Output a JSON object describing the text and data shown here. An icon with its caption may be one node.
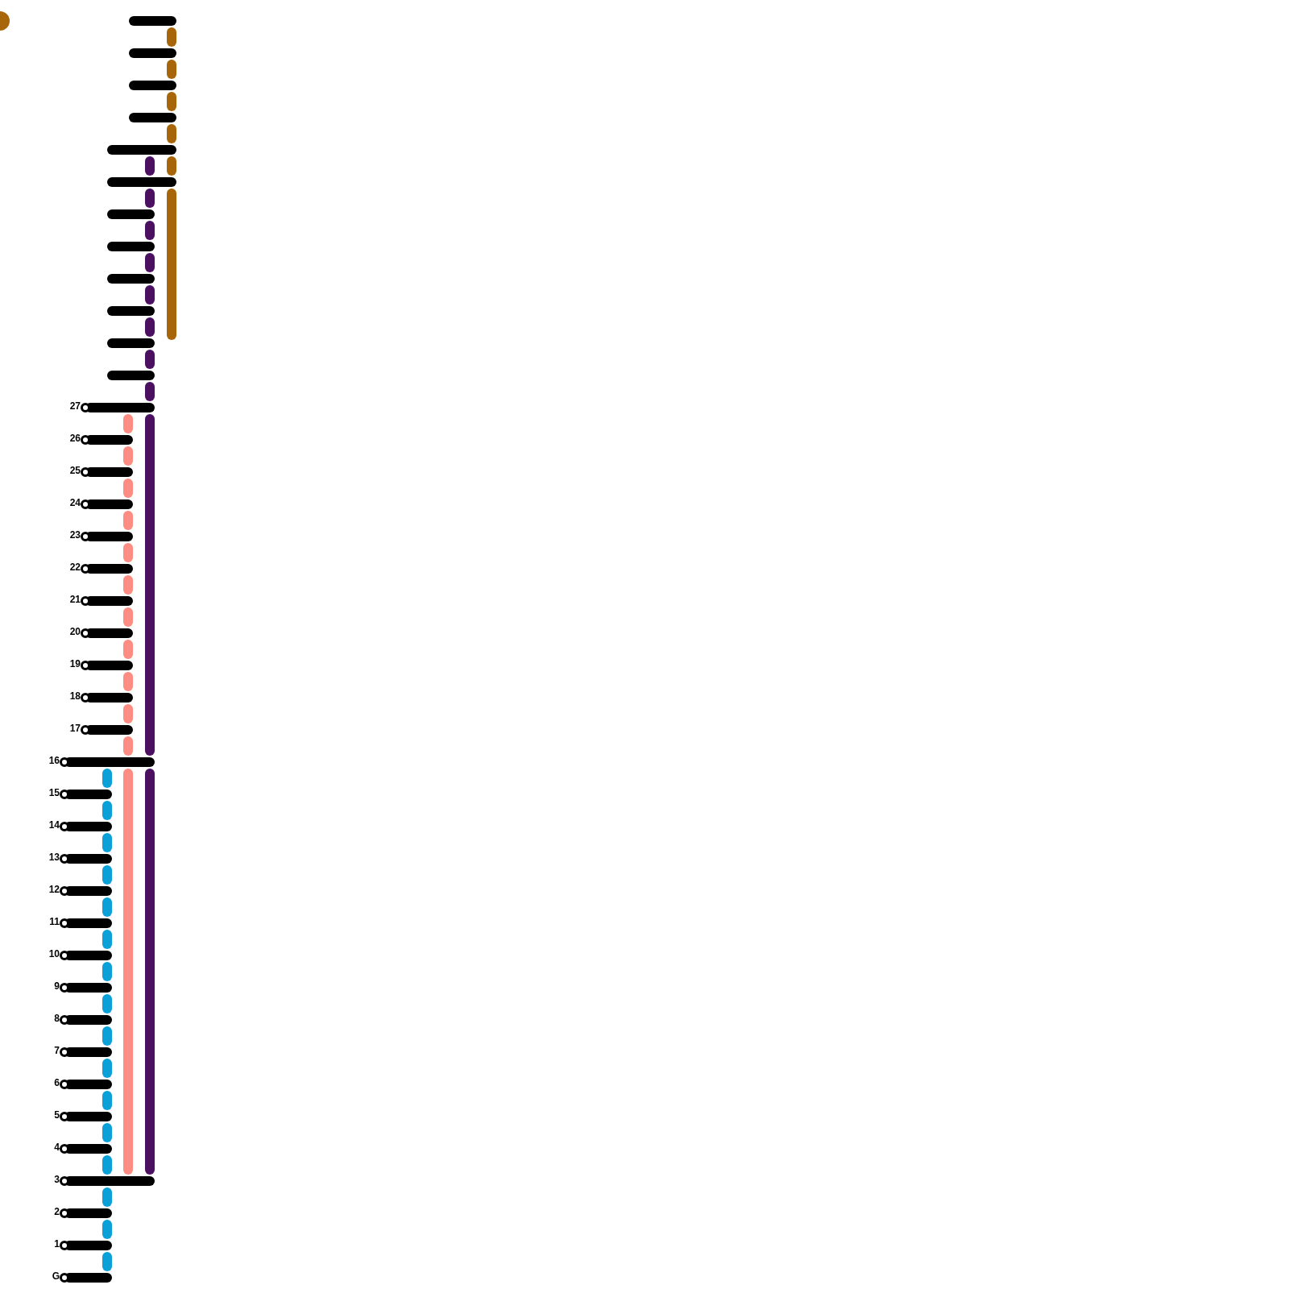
{
  "diagram": {
    "nodes": [
      {
        "text": [],
        "shape": "bar"
      },
      {
        "text": [],
        "shape": "bar"
      },
      {
        "text": [],
        "shape": "bar"
      },
      {
        "text": [],
        "shape": "bar"
      },
      {
        "text": [],
        "shape": "bar"
      },
      {
        "text": [],
        "shape": "bar"
      },
      {
        "text": [],
        "shape": "bar"
      },
      {
        "text": [],
        "shape": "bar"
      },
      {
        "text": [],
        "shape": "bar"
      },
      {
        "text": [],
        "shape": "bar"
      },
      {
        "text": [],
        "shape": "bar"
      },
      {
        "text": [],
        "shape": "bar"
      },
      {
        "text": [
          "27"
        ]
      },
      {
        "text": [
          "26"
        ]
      },
      {
        "text": [
          "25"
        ]
      },
      {
        "text": [
          "24"
        ]
      },
      {
        "text": [
          "23"
        ]
      },
      {
        "text": [
          "22"
        ]
      },
      {
        "text": [
          "21"
        ]
      },
      {
        "text": [
          "20"
        ]
      },
      {
        "text": [
          "19"
        ]
      },
      {
        "text": [
          "18"
        ]
      },
      {
        "text": [
          "17"
        ]
      },
      {
        "text": [
          "16"
        ]
      },
      {
        "text": [
          "15"
        ]
      },
      {
        "text": [
          "14"
        ]
      },
      {
        "text": [
          "13"
        ]
      },
      {
        "text": [
          "12"
        ]
      },
      {
        "text": [
          "11"
        ]
      },
      {
        "text": [
          "10"
        ]
      },
      {
        "text": [
          "9"
        ]
      },
      {
        "text": [
          "8"
        ]
      },
      {
        "text": [
          "7"
        ]
      },
      {
        "text": [
          "6"
        ]
      },
      {
        "text": [
          "5"
        ]
      },
      {
        "text": [
          "4"
        ]
      },
      {
        "text": [
          "3"
        ]
      },
      {
        "text": [
          "2"
        ]
      },
      {
        "text": [
          "1"
        ]
      },
      {
        "text": [
          "G"
        ]
      }
    ],
    "edges": [
      {
        "from": 39,
        "to": 38,
        "arrow": "none",
        "color": "#0ba0d8"
      },
      {
        "from": 38,
        "to": 37,
        "arrow": "none",
        "color": "#0ba0d8"
      },
      {
        "from": 37,
        "to": 36,
        "arrow": "none",
        "color": "#0ba0d8"
      },
      {
        "from": 36,
        "to": 35,
        "arrow": "none",
        "color": "#0ba0d8"
      },
      {
        "from": 35,
        "to": 34,
        "arrow": "none",
        "color": "#0ba0d8"
      },
      {
        "from": 34,
        "to": 33,
        "arrow": "none",
        "color": "#0ba0d8"
      },
      {
        "from": 33,
        "to": 32,
        "arrow": "none",
        "color": "#0ba0d8"
      },
      {
        "from": 32,
        "to": 31,
        "arrow": "none",
        "color": "#0ba0d8"
      },
      {
        "from": 31,
        "to": 30,
        "arrow": "none",
        "color": "#0ba0d8"
      },
      {
        "from": 30,
        "to": 29,
        "arrow": "none",
        "color": "#0ba0d8"
      },
      {
        "from": 29,
        "to": 28,
        "arrow": "none",
        "color": "#0ba0d8"
      },
      {
        "from": 28,
        "to": 27,
        "arrow": "none",
        "color": "#0ba0d8"
      },
      {
        "from": 27,
        "to": 26,
        "arrow": "none",
        "color": "#0ba0d8"
      },
      {
        "from": 26,
        "to": 25,
        "arrow": "none",
        "color": "#0ba0d8"
      },
      {
        "from": 25,
        "to": 24,
        "arrow": "none",
        "color": "#0ba0d8"
      },
      {
        "from": 24,
        "to": 23,
        "arrow": "none",
        "color": "#0ba0d8"
      },
      {
        "from": 36,
        "to": 23,
        "arrow": "none",
        "color": "#fd8c82"
      },
      {
        "from": 23,
        "to": 22,
        "arrow": "none",
        "color": "#fd8c82"
      },
      {
        "from": 22,
        "to": 21,
        "arrow": "none",
        "color": "#fd8c82"
      },
      {
        "from": 21,
        "to": 20,
        "arrow": "none",
        "color": "#fd8c82"
      },
      {
        "from": 20,
        "to": 19,
        "arrow": "none",
        "color": "#fd8c82"
      },
      {
        "from": 19,
        "to": 18,
        "arrow": "none",
        "color": "#fd8c82"
      },
      {
        "from": 18,
        "to": 17,
        "arrow": "none",
        "color": "#fd8c82"
      },
      {
        "from": 17,
        "to": 16,
        "arrow": "none",
        "color": "#fd8c82"
      },
      {
        "from": 16,
        "to": 15,
        "arrow": "none",
        "color": "#fd8c82"
      },
      {
        "from": 15,
        "to": 14,
        "arrow": "none",
        "color": "#fd8c82"
      },
      {
        "from": 14,
        "to": 13,
        "arrow": "none",
        "color": "#fd8c82"
      },
      {
        "from": 13,
        "to": 12,
        "arrow": "none",
        "color": "#fd8c82"
      },
      {
        "from": 36,
        "to": 23,
        "arrow": "none",
        "color": "#4b1060"
      },
      {
        "from": 23,
        "to": 12,
        "arrow": "none",
        "color": "#4b1060"
      },
      {
        "from": 12,
        "to": 11,
        "arrow": "none",
        "color": "#4b1060"
      },
      {
        "from": 11,
        "to": 10,
        "arrow": "none",
        "color": "#4b1060"
      },
      {
        "from": 10,
        "to": 9,
        "arrow": "none",
        "color": "#4b1060"
      },
      {
        "from": 9,
        "to": 8,
        "arrow": "none",
        "color": "#4b1060"
      },
      {
        "from": 8,
        "to": 7,
        "arrow": "none",
        "color": "#4b1060"
      },
      {
        "from": 7,
        "to": 6,
        "arrow": "none",
        "color": "#4b1060"
      },
      {
        "from": 6,
        "to": 5,
        "arrow": "none",
        "color": "#4b1060"
      },
      {
        "from": 5,
        "to": 4,
        "arrow": "none",
        "color": "#4b1060"
      },
      {
        "from": 5,
        "to": null,
        "arrow": "none",
        "color": "#a8660a"
      },
      {
        "from": 5,
        "to": 4,
        "arrow": "none",
        "color": "#a8660a"
      },
      {
        "from": 4,
        "to": 3,
        "arrow": "none",
        "color": "#a8660a"
      },
      {
        "from": 3,
        "to": 2,
        "arrow": "none",
        "color": "#a8660a"
      },
      {
        "from": 2,
        "to": 1,
        "arrow": "none",
        "color": "#a8660a"
      },
      {
        "from": 1,
        "to": 0,
        "arrow": "none",
        "color": "#a8660a"
      }
    ]
  }
}
